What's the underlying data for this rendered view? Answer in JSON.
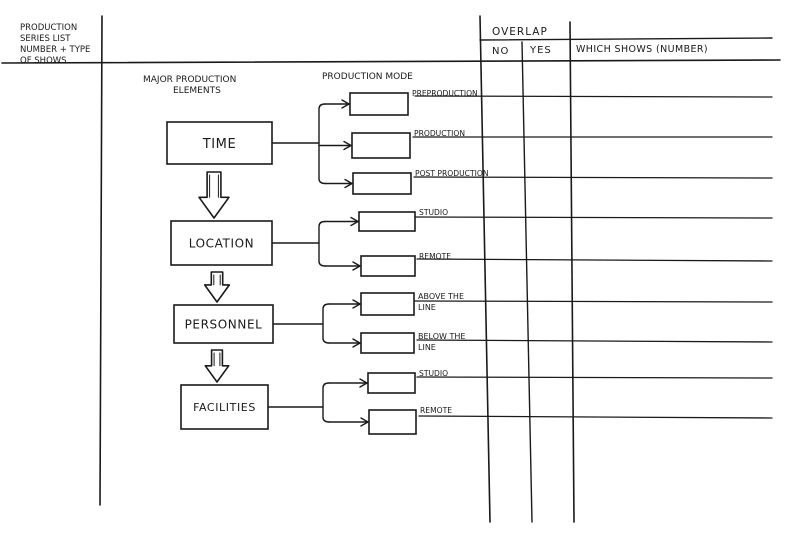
{
  "header": {
    "list_label_lines": [
      "Production",
      "Series List",
      "Number + Type",
      "of Shows"
    ],
    "overlap": "Overlap",
    "no": "No",
    "yes": "Yes",
    "which_shows": "Which Shows (Number)"
  },
  "diagram": {
    "elements_heading_lines": [
      "Major Production",
      "Elements"
    ],
    "mode_heading": "Production Mode",
    "elements": [
      {
        "label": "Time",
        "modes": [
          "Preproduction",
          "Production",
          "Post Production"
        ]
      },
      {
        "label": "Location",
        "modes": [
          "Studio",
          "Remote"
        ]
      },
      {
        "label": "Personnel",
        "modes": [
          [
            "Above the",
            "Line"
          ],
          [
            "Below the",
            "Line"
          ]
        ]
      },
      {
        "label": "Facilities",
        "modes": [
          "Studio",
          "Remote"
        ]
      }
    ]
  }
}
